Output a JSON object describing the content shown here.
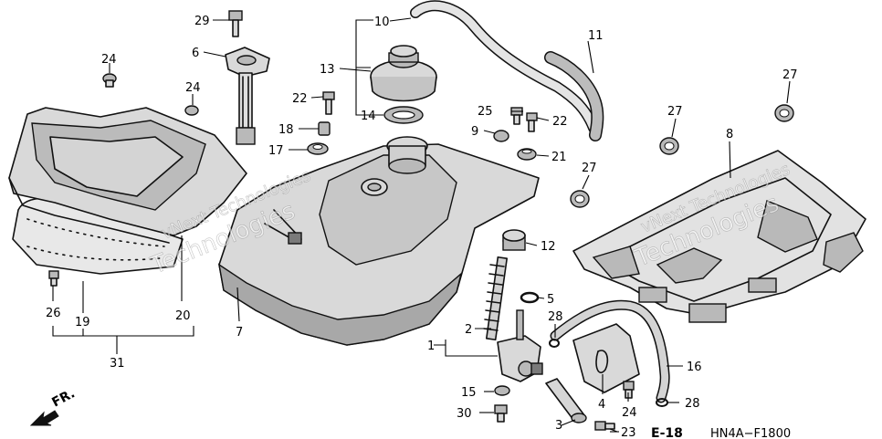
{
  "diagram": {
    "code": "HN4A−F1800",
    "reference": "E-18",
    "direction": "FR.",
    "callouts": {
      "c1": "1",
      "c2": "2",
      "c4": "4",
      "c5": "5",
      "c6": "6",
      "c7": "7",
      "c8": "8",
      "c9": "9",
      "c10": "10",
      "c11": "11",
      "c12": "12",
      "c13": "13",
      "c14": "14",
      "c15": "15",
      "c16": "16",
      "c17": "17",
      "c18": "18",
      "c19": "19",
      "c20": "20",
      "c21": "21",
      "c22a": "22",
      "c22b": "22",
      "c23": "23",
      "c24a": "24",
      "c24b": "24",
      "c24c": "24",
      "c25": "25",
      "c26": "26",
      "c27a": "27",
      "c27b": "27",
      "c27c": "27",
      "c28a": "28",
      "c28b": "28",
      "c29": "29",
      "c30": "30",
      "c31": "31"
    },
    "watermark": {
      "line1": "vNext Technologies",
      "line2": "Technologies"
    }
  }
}
